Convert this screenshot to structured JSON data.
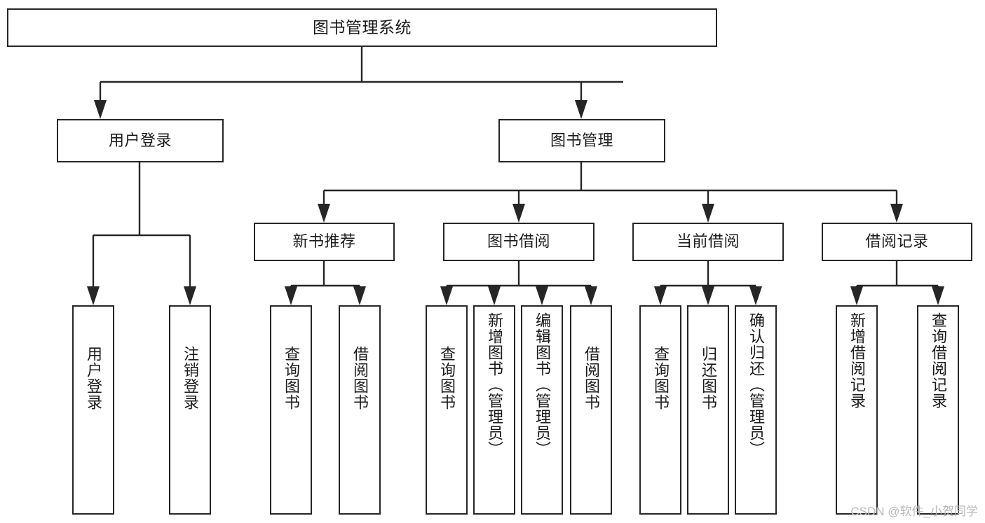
{
  "diagram": {
    "type": "tree-hierarchy",
    "title": "图书管理系统",
    "root": {
      "label": "图书管理系统"
    },
    "level2": [
      {
        "label": "用户登录"
      },
      {
        "label": "图书管理"
      }
    ],
    "level3": [
      {
        "label": "新书推荐"
      },
      {
        "label": "图书借阅"
      },
      {
        "label": "当前借阅"
      },
      {
        "label": "借阅记录"
      }
    ],
    "leaves": {
      "user_login": [
        {
          "label": "用户登录"
        },
        {
          "label": "注销登录"
        }
      ],
      "new_book_recommend": [
        {
          "label": "查询图书"
        },
        {
          "label": "借阅图书"
        }
      ],
      "book_borrow": [
        {
          "label": "查询图书"
        },
        {
          "label": "新增图书（管理员）"
        },
        {
          "label": "编辑图书（管理员）"
        },
        {
          "label": "借阅图书"
        }
      ],
      "current_borrow": [
        {
          "label": "查询图书"
        },
        {
          "label": "归还图书"
        },
        {
          "label": "确认归还（管理员）"
        }
      ],
      "borrow_record": [
        {
          "label": "新增借阅记录"
        },
        {
          "label": "查询借阅记录"
        }
      ]
    }
  },
  "watermark": {
    "text": "CSDN @软件_小贺同学"
  },
  "colors": {
    "stroke": "#262626",
    "background": "#ffffff",
    "text": "#1a1a1a",
    "watermark": "#b8b8b8"
  }
}
